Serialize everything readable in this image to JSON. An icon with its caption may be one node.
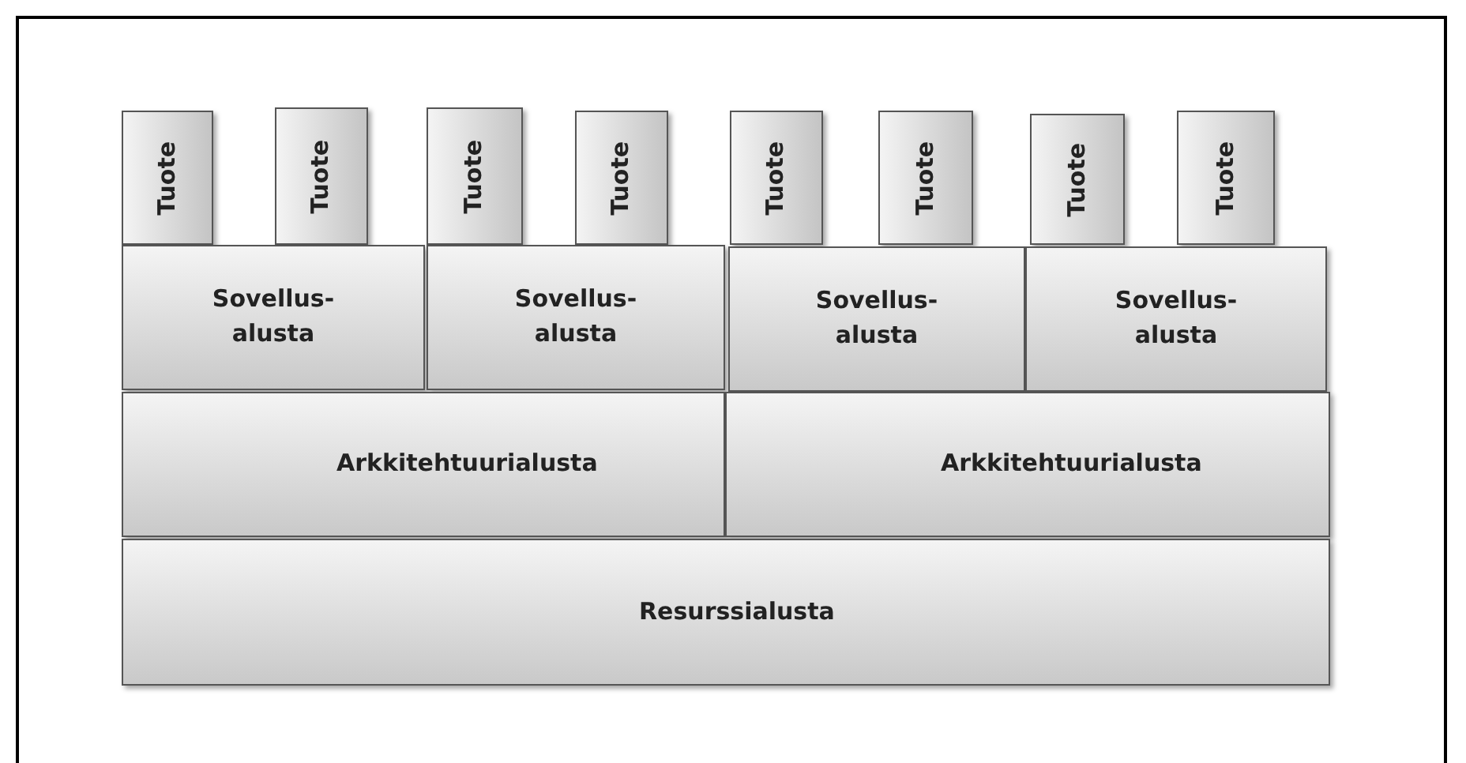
{
  "diagram": {
    "nodes": [
      {
        "text": [
          "Tuote"
        ]
      },
      {
        "text": [
          "Tuote"
        ]
      },
      {
        "text": [
          "Tuote"
        ]
      },
      {
        "text": [
          "Tuote"
        ]
      },
      {
        "text": [
          "Tuote"
        ]
      },
      {
        "text": [
          "Tuote"
        ]
      },
      {
        "text": [
          "Tuote"
        ]
      },
      {
        "text": [
          "Tuote"
        ]
      },
      {
        "text": [
          "Sovellus- alusta"
        ]
      },
      {
        "text": [
          "Sovellus- alusta"
        ]
      },
      {
        "text": [
          "Sovellus- alusta"
        ]
      },
      {
        "text": [
          "Sovellus- alusta"
        ]
      },
      {
        "text": [
          "Arkkitehtuurialusta"
        ]
      },
      {
        "text": [
          "Arkkitehtuurialusta"
        ]
      },
      {
        "text": [
          "Resurssialusta"
        ]
      }
    ]
  }
}
